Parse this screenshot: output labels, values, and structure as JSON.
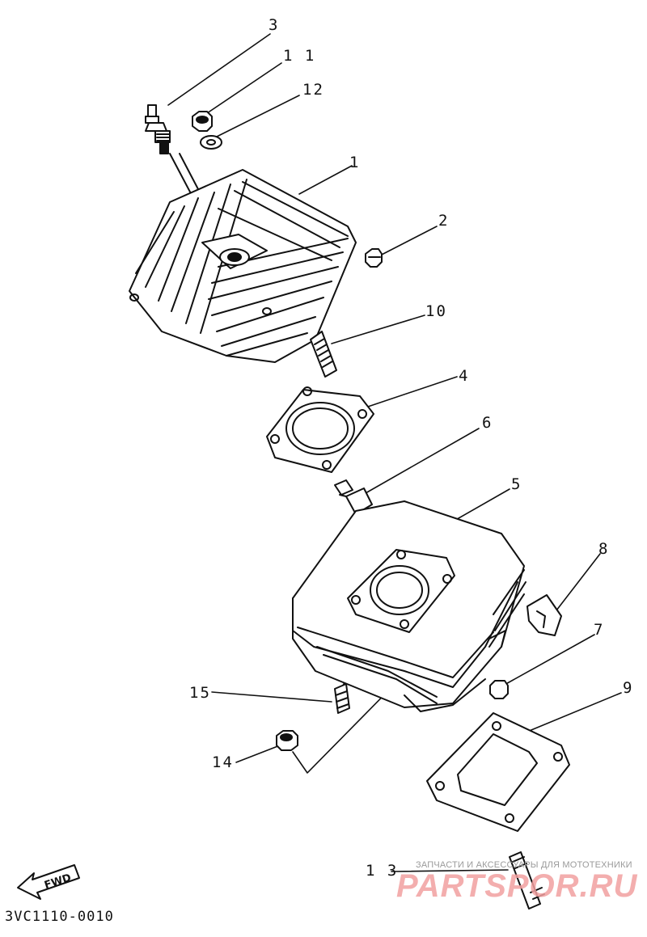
{
  "callouts": [
    {
      "id": "3",
      "text": "3"
    },
    {
      "id": "11",
      "text": "1 1"
    },
    {
      "id": "12",
      "text": "12"
    },
    {
      "id": "1",
      "text": "1"
    },
    {
      "id": "2",
      "text": "2"
    },
    {
      "id": "10",
      "text": "10"
    },
    {
      "id": "4",
      "text": "4"
    },
    {
      "id": "6",
      "text": "6"
    },
    {
      "id": "5",
      "text": "5"
    },
    {
      "id": "8",
      "text": "8"
    },
    {
      "id": "7",
      "text": "7"
    },
    {
      "id": "9",
      "text": "9"
    },
    {
      "id": "15",
      "text": "15"
    },
    {
      "id": "14",
      "text": "14"
    },
    {
      "id": "13",
      "text": "1 3"
    }
  ],
  "fwd_label": "FWD",
  "part_code": "3VC1110-0010",
  "watermark": {
    "tagline": "ЗАПЧАСТИ И АКСЕССУАРЫ ДЛЯ МОТОТЕХНИКИ",
    "brand": "PARTSPOR.RU"
  }
}
